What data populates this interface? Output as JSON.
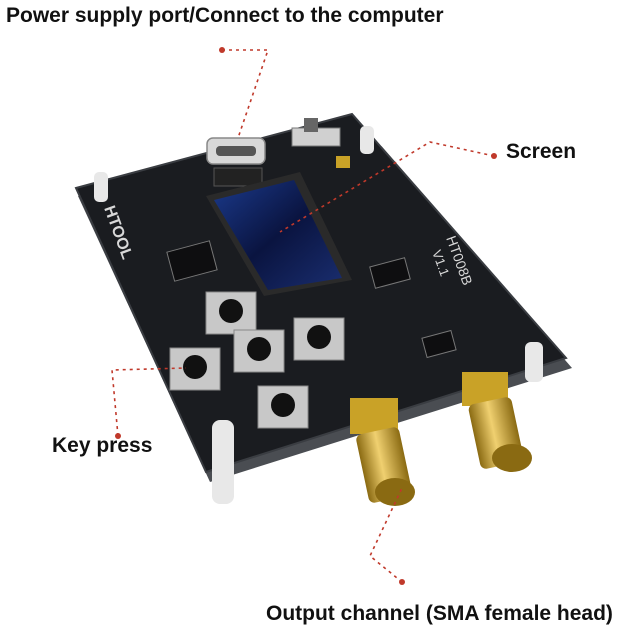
{
  "labels": {
    "power_port": "Power supply port/Connect to the computer",
    "screen": "Screen",
    "key_press": "Key press",
    "output_channel": "Output channel (SMA female head)"
  },
  "board_silkscreen": {
    "brand": "HTOOL",
    "model": "HT008B",
    "version": "V1.1"
  },
  "colors": {
    "board": "#1a1c20",
    "board_edge": "#3a3d42",
    "gold": "#c9a227",
    "leader_line": "#c0392b",
    "text": "#111111"
  }
}
